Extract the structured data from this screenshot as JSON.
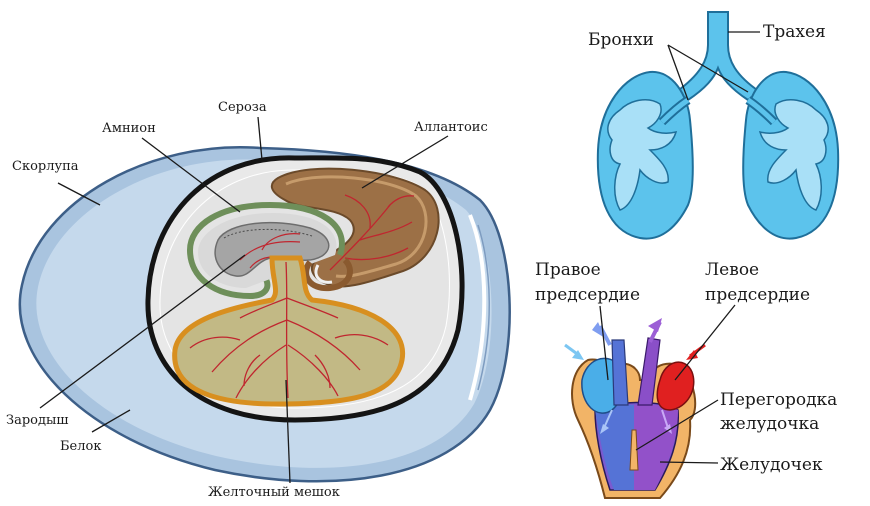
{
  "egg": {
    "labels": {
      "seroza": "Сероза",
      "amnion": "Амнион",
      "allantois": "Аллантоис",
      "skorlupa": "Скорлупа",
      "zarodysh": "Зародыш",
      "belok": "Белок",
      "zheltochny": "Желточный мешок"
    }
  },
  "lungs": {
    "labels": {
      "bronhi": "Бронхи",
      "traheya": "Трахея"
    }
  },
  "heart": {
    "labels": {
      "pravoe_1": "Правое",
      "pravoe_2": "предсердие",
      "levoe_1": "Левое",
      "levoe_2": "предсердие",
      "peregorodka_1": "Перегородка",
      "peregorodka_2": "желудочка",
      "zheludochek": "Желудочек"
    }
  },
  "colors": {
    "shell": "#b8d0e8",
    "albumen": "#d9e6f2",
    "inner_fill": "#e6e6e6",
    "allantois": "#a0774a",
    "yolk": "#c7bf8a",
    "vessels": "#c0262f",
    "lung_fill": "#5cc3ec",
    "lung_outline": "#1f6f9a",
    "heart_blue": "#5573d6",
    "heart_purple": "#8a4fc8",
    "heart_red": "#e02020",
    "heart_wall": "#f2b467"
  }
}
